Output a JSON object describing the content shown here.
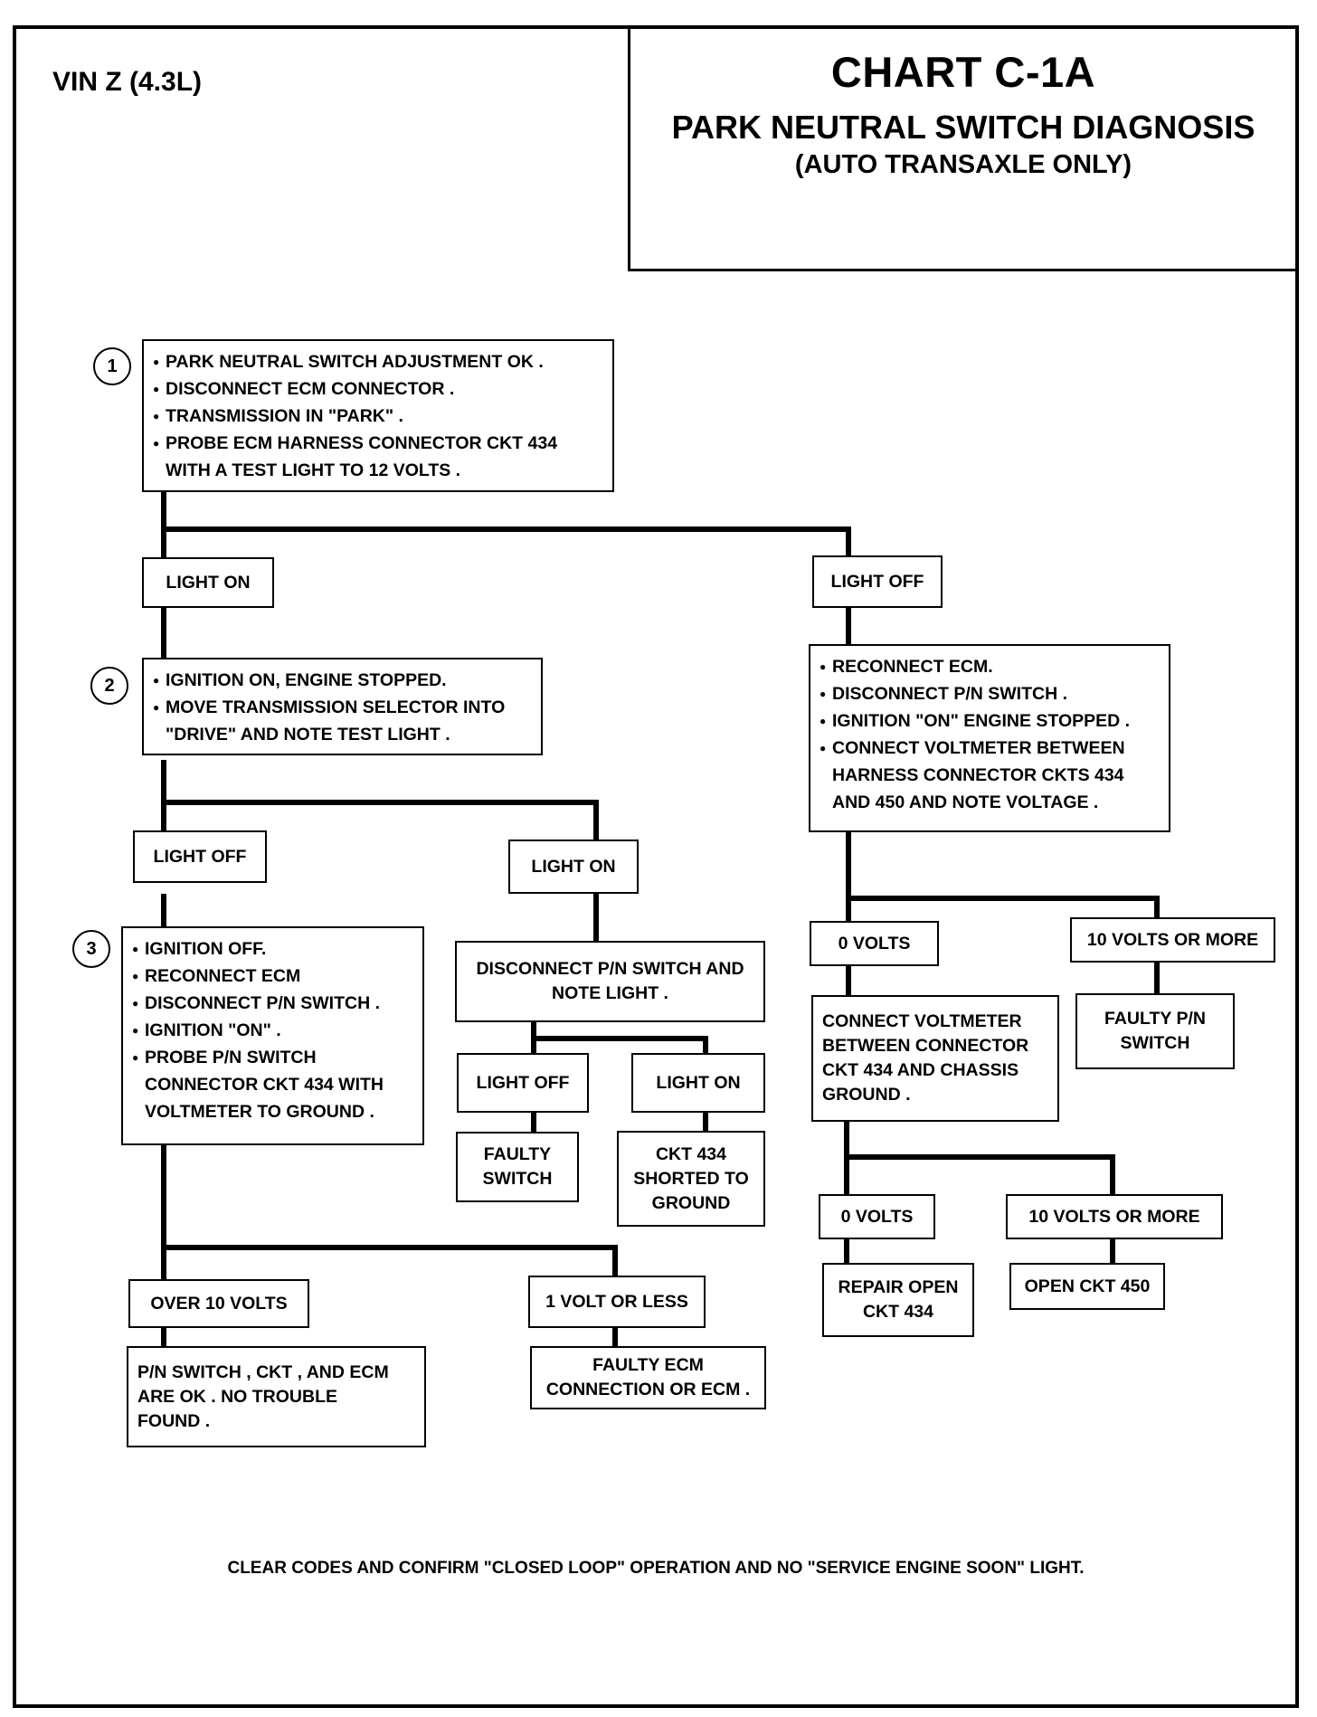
{
  "header": {
    "vin": "VIN Z (4.3L)",
    "chart_id": "CHART C-1A",
    "title": "PARK NEUTRAL SWITCH DIAGNOSIS",
    "subtitle": "(AUTO TRANSAXLE ONLY)"
  },
  "steps": {
    "step1": {
      "number": "1",
      "items": [
        "PARK NEUTRAL  SWITCH ADJUSTMENT OK .",
        "DISCONNECT ECM CONNECTOR .",
        "TRANSMISSION IN \"PARK\" .",
        "PROBE ECM HARNESS CONNECTOR CKT 434 WITH A TEST LIGHT TO 12 VOLTS ."
      ]
    },
    "step2": {
      "number": "2",
      "items": [
        "IGNITION ON, ENGINE STOPPED.",
        "MOVE TRANSMISSION SELECTOR INTO \"DRIVE\"  AND NOTE TEST LIGHT ."
      ]
    },
    "step3": {
      "number": "3",
      "items": [
        "IGNITION OFF.",
        "RECONNECT ECM",
        "DISCONNECT P/N SWITCH .",
        "IGNITION \"ON\" .",
        "PROBE P/N SWITCH CONNECTOR CKT 434 WITH VOLTMETER TO GROUND ."
      ]
    },
    "right_main": {
      "items": [
        "RECONNECT ECM.",
        "DISCONNECT P/N SWITCH .",
        "IGNITION \"ON\" ENGINE STOPPED .",
        "CONNECT VOLTMETER BETWEEN HARNESS CONNECTOR CKTS 434 AND 450 AND NOTE VOLTAGE ."
      ]
    }
  },
  "labels": {
    "l1_light_on": "LIGHT ON",
    "l1_light_off": "LIGHT OFF",
    "l2_light_off": "LIGHT OFF",
    "l2_light_on": "LIGHT ON",
    "disc_light_off": "LIGHT OFF",
    "disc_light_on": "LIGHT ON",
    "r_0_volts": "0  VOLTS",
    "r_10_volts": "10  VOLTS OR MORE",
    "r2_0_volts": "0  VOLTS",
    "r2_10_volts": "10  VOLTS OR MORE",
    "over_10_volts": "OVER 10  VOLTS",
    "one_volt_or_less": "1  VOLT OR LESS"
  },
  "boxes": {
    "disconnect_note": [
      "DISCONNECT P/N SWITCH AND",
      "NOTE LIGHT ."
    ],
    "faulty_switch": [
      "FAULTY",
      "SWITCH"
    ],
    "ckt434_shorted": [
      "CKT 434",
      "SHORTED TO",
      "GROUND"
    ],
    "connect_voltmeter": [
      "CONNECT VOLTMETER",
      "BETWEEN CONNECTOR",
      "CKT 434 AND CHASSIS",
      "GROUND ."
    ],
    "faulty_pn_switch": [
      "FAULTY P/N",
      "SWITCH"
    ],
    "repair_open": [
      "REPAIR OPEN",
      "CKT 434"
    ],
    "open_ckt450": [
      "OPEN CKT 450"
    ],
    "pn_ok": [
      "P/N SWITCH , CKT , AND ECM",
      "ARE OK . NO TROUBLE",
      "FOUND ."
    ],
    "faulty_ecm": [
      "FAULTY ECM",
      "CONNECTION OR ECM ."
    ]
  },
  "footer": "CLEAR CODES AND CONFIRM  \"CLOSED LOOP\" OPERATION AND NO \"SERVICE ENGINE SOON\" LIGHT."
}
